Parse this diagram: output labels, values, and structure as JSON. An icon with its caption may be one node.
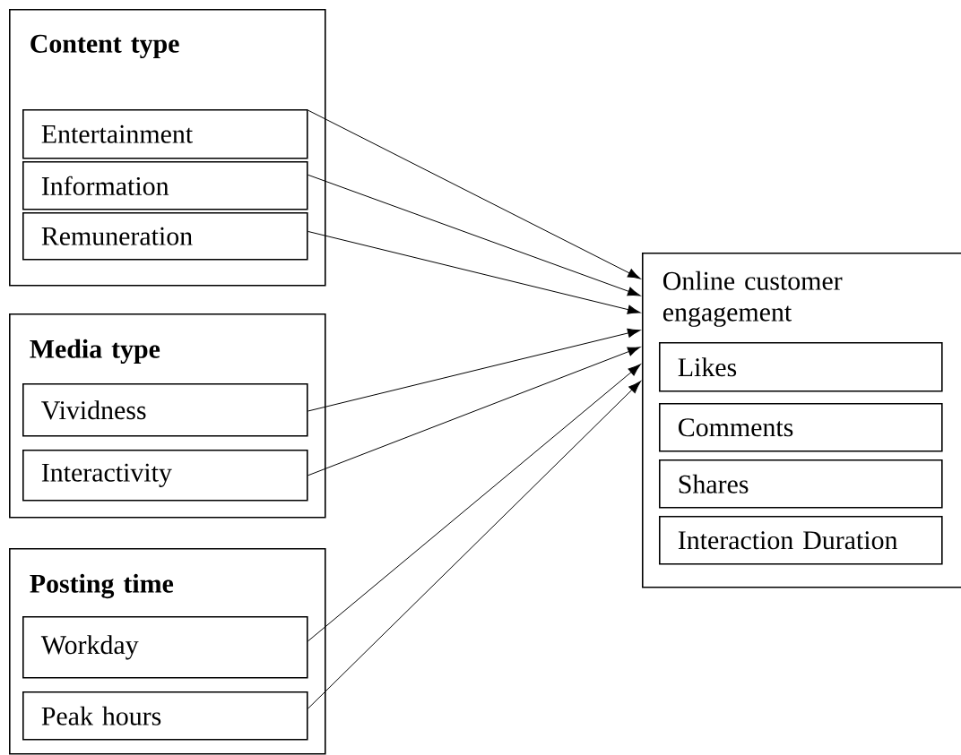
{
  "diagram": {
    "nodes": [
      {
        "text": [
          "Content type"
        ]
      },
      {
        "text": [
          "Entertainment"
        ],
        "in": 0
      },
      {
        "text": [
          "Information"
        ],
        "in": 0
      },
      {
        "text": [
          "Remuneration"
        ],
        "in": 0
      },
      {
        "text": [
          "Media type"
        ]
      },
      {
        "text": [
          "Vividness"
        ],
        "in": 4
      },
      {
        "text": [
          "Interactivity"
        ],
        "in": 4
      },
      {
        "text": [
          "Posting time"
        ]
      },
      {
        "text": [
          "Workday"
        ],
        "in": 7
      },
      {
        "text": [
          "Peak hours"
        ],
        "in": 7
      },
      {
        "text": [
          "Online customer engagement"
        ]
      },
      {
        "text": [
          "Likes"
        ],
        "in": 10
      },
      {
        "text": [
          "Comments"
        ],
        "in": 10
      },
      {
        "text": [
          "Shares"
        ],
        "in": 10
      },
      {
        "text": [
          "Interaction Duration"
        ],
        "in": 10
      }
    ],
    "edges": [
      {
        "from": 1,
        "to": 10,
        "arrow": "to"
      },
      {
        "from": 2,
        "to": 10,
        "arrow": "to"
      },
      {
        "from": 3,
        "to": 10,
        "arrow": "to"
      },
      {
        "from": 5,
        "to": 10,
        "arrow": "to"
      },
      {
        "from": 6,
        "to": 10,
        "arrow": "to"
      },
      {
        "from": 8,
        "to": 10,
        "arrow": "to"
      },
      {
        "from": 9,
        "to": 10,
        "arrow": "to"
      }
    ]
  }
}
